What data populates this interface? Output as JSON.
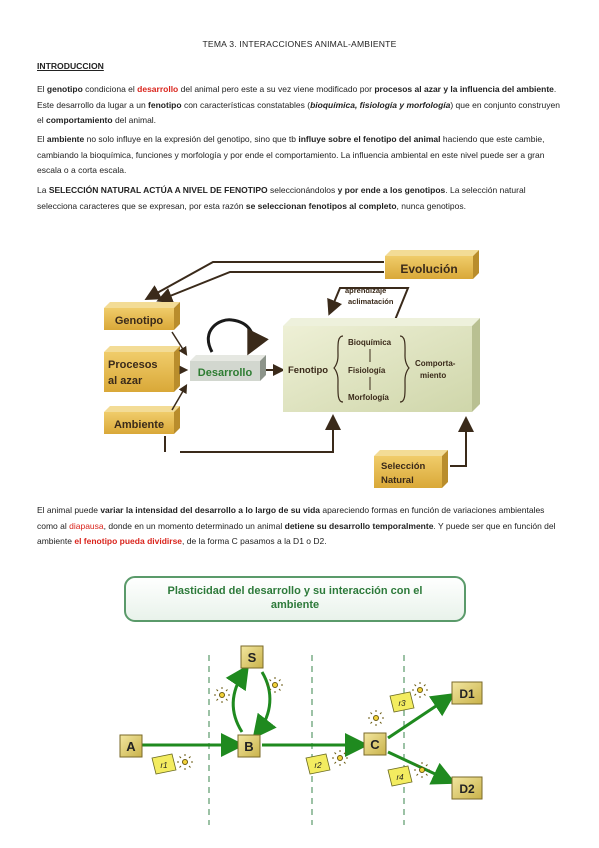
{
  "doc": {
    "title": "TEMA 3. INTERACCIONES ANIMAL-AMBIENTE",
    "heading": "INTRODUCCION",
    "p1": {
      "a": "El ",
      "b": "genotipo",
      "c": " condiciona el ",
      "d": "desarrollo",
      "e": " del animal pero este a su vez viene modificado por ",
      "f": "procesos al azar y la influencia del ambiente",
      "g": ". Este desarrollo da lugar a un ",
      "h": "fenotipo",
      "i": " con características constatables (",
      "j": "bioquímica, fisiología y morfología",
      "k": ") que en conjunto construyen el ",
      "l": "comportamiento",
      "m": " del animal."
    },
    "p2": {
      "a": "El ",
      "b": "ambiente",
      "c": " no solo influye en la expresión del genotipo, sino que tb ",
      "d": "influye sobre el fenotipo del animal",
      "e": " haciendo que este cambie, cambiando la bioquímica, funciones y morfología y por ende el comportamiento. La influencia ambiental en este nivel puede ser a gran escala o a corta escala."
    },
    "p3": {
      "a": "La ",
      "b": "SELECCIÓN NATURAL ACTÚA A NIVEL DE FENOTIPO",
      "c": " seleccionándolos ",
      "d": "y por ende a los genotipos",
      "e": ". La selección natural selecciona caracteres que se expresan, por esta razón ",
      "f": "se seleccionan fenotipos al completo",
      "g": ", nunca genotipos."
    },
    "p4": {
      "a": "El animal puede ",
      "b": "variar la intensidad del desarrollo a lo largo de su vida",
      "c": " apareciendo formas en función de variaciones ambientales como al ",
      "d": "diapausa",
      "e": ", donde en un momento determinado un animal ",
      "f": "detiene su desarrollo temporalmente",
      "g": ". Y puede ser que en función del ambiente ",
      "h": "el fenotipo pueda dividirse",
      "i": ", de la forma C pasamos a la D1 o D2."
    },
    "diagram1": {
      "evolucion": "Evolución",
      "aprendizaje": "aprendizaje",
      "aclimatacion": "aclimatación",
      "genotipo": "Genotipo",
      "procesos1": "Procesos",
      "procesos2": "al azar",
      "desarrollo": "Desarrollo",
      "ambiente": "Ambiente",
      "fenotipo": "Fenotipo",
      "bioquimica": "Bioquímica",
      "fisiologia": "Fisiología",
      "morfologia": "Morfología",
      "comporta1": "Comporta-",
      "comporta2": "miento",
      "seleccion1": "Selección",
      "seleccion2": "Natural"
    },
    "diagram2": {
      "title1": "Plasticidad del desarrollo y su interacción con el",
      "title2": "ambiente",
      "A": "A",
      "B": "B",
      "C": "C",
      "S": "S",
      "D1": "D1",
      "D2": "D2",
      "r1": "r1",
      "r2": "r2",
      "r3": "r3",
      "r4": "r4"
    },
    "colors": {
      "accent_red": "#d9241c",
      "box_gold": "#e2b547",
      "fenotipo_bg": "#dfe4c4",
      "arrow_green": "#1f8a1f",
      "title_green": "#2d7a3a"
    }
  }
}
